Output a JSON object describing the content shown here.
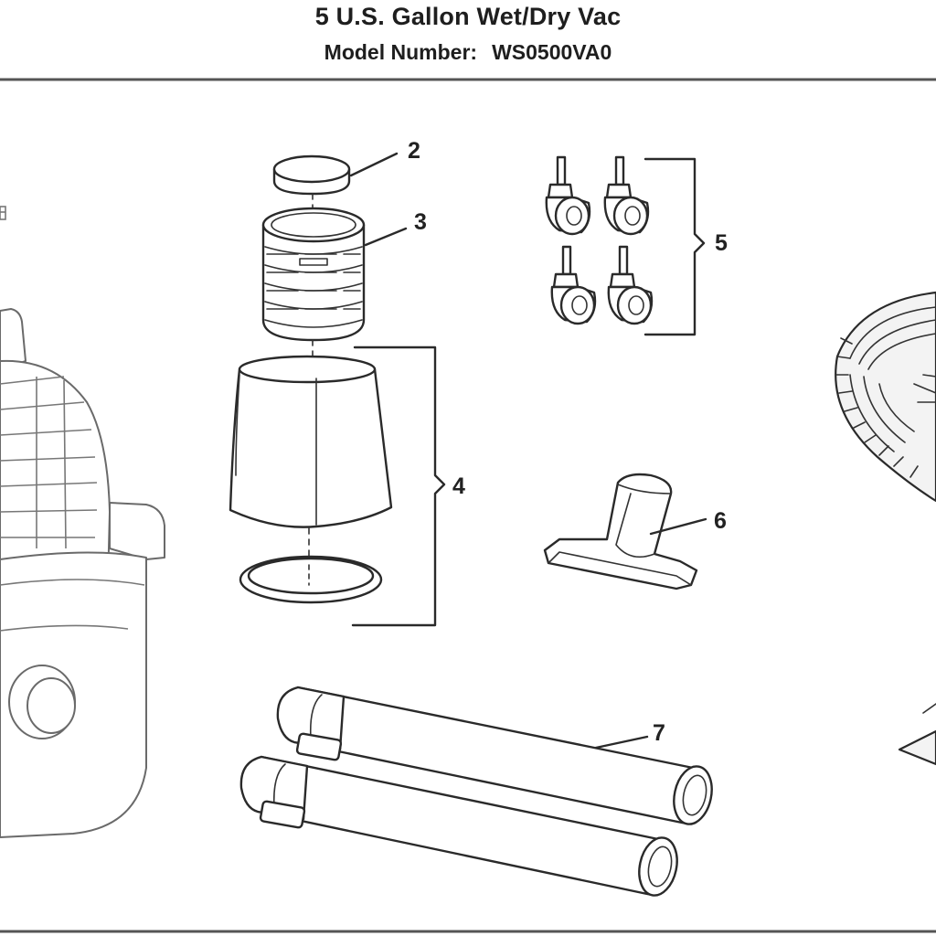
{
  "header": {
    "title": "5 U.S. Gallon Wet/Dry Vac",
    "model_label": "Model Number:",
    "model_number": "WS0500VA0"
  },
  "callouts": {
    "part_2": "2",
    "part_3": "3",
    "part_4": "4",
    "part_5": "5",
    "part_6": "6",
    "part_7": "7"
  }
}
